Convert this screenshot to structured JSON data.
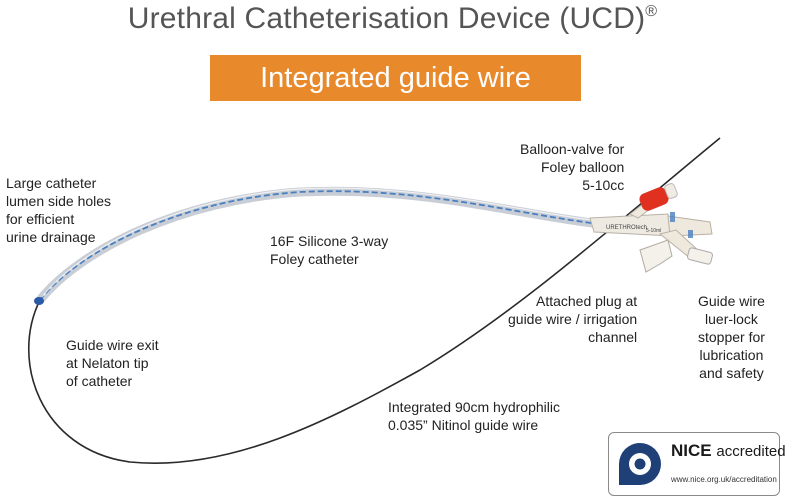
{
  "header": {
    "title": "Urethral Catheterisation Device (UCD)",
    "title_mark": "®",
    "banner": "Integrated guide wire"
  },
  "labels": {
    "balloon_valve": [
      "Balloon-valve for",
      "Foley balloon",
      "5-10cc"
    ],
    "side_holes": [
      "Large catheter",
      "lumen side holes",
      "for efficient",
      "urine drainage"
    ],
    "silicone": [
      "16F Silicone 3-way",
      "Foley catheter"
    ],
    "plug": [
      "Attached plug at",
      "guide wire / irrigation",
      "channel"
    ],
    "luer_lock": [
      "Guide wire",
      "luer-lock",
      "stopper for",
      "lubrication",
      "and safety"
    ],
    "guide_exit": [
      "Guide wire exit",
      "at Nelaton tip",
      "of catheter"
    ],
    "nitinol": [
      "Integrated 90cm hydrophilic",
      "0.035” Nitinol guide wire"
    ]
  },
  "device_text": {
    "brand": "URETHROtech",
    "volume": "5-10ml"
  },
  "nice_badge": {
    "brand": "NICE",
    "suffix": "accredited",
    "url": "www.nice.org.uk/accreditation"
  },
  "colors": {
    "banner": "#e8892c",
    "valve": "#e03020",
    "catheter_stripe": "#4a7fc0",
    "nice_blue": "#1f3f77"
  }
}
